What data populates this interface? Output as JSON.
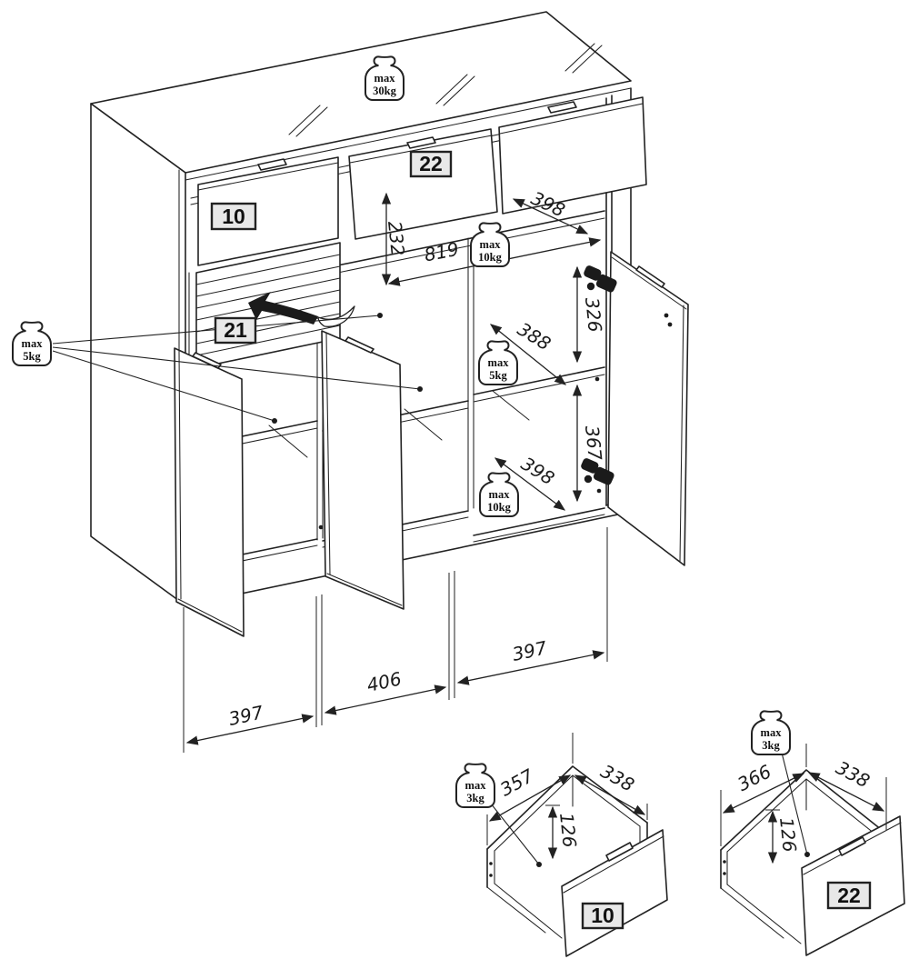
{
  "diagram": {
    "main_view": {
      "parts": {
        "drawer10": "10",
        "flap21": "21",
        "drawer22": "22"
      },
      "weights": {
        "top": {
          "l1": "max",
          "l2": "30kg"
        },
        "upper_shelf": {
          "l1": "max",
          "l2": "10kg"
        },
        "side": {
          "l1": "max",
          "l2": "5kg"
        },
        "middle_shelf": {
          "l1": "max",
          "l2": "5kg"
        },
        "lower_shelf": {
          "l1": "max",
          "l2": "10kg"
        }
      },
      "dims": {
        "top_depth": "398",
        "opening_height": "232",
        "inner_width": "819",
        "upper_height": "326",
        "middle_depth": "388",
        "lower_height": "367",
        "bottom_depth": "398",
        "left_width": "397",
        "center_width": "406",
        "right_width": "397"
      }
    },
    "detail_left": {
      "part": "10",
      "weight": {
        "l1": "max",
        "l2": "3kg"
      },
      "dims": {
        "depth": "357",
        "width": "338",
        "height": "126"
      }
    },
    "detail_right": {
      "part": "22",
      "weight": {
        "l1": "max",
        "l2": "3kg"
      },
      "dims": {
        "depth": "366",
        "width": "338",
        "height": "126"
      }
    }
  }
}
